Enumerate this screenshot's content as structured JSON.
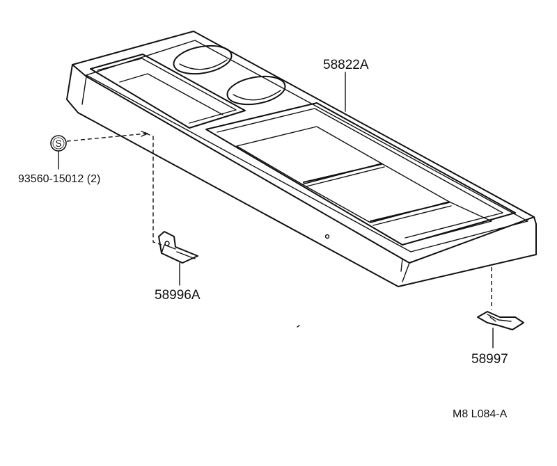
{
  "callouts": {
    "console": "58822A",
    "screw": "93560-15012 (2)",
    "screw_symbol": "S",
    "bracket_left": "58996A",
    "bracket_right": "58997"
  },
  "footer": {
    "code": "M8  L084-A"
  }
}
